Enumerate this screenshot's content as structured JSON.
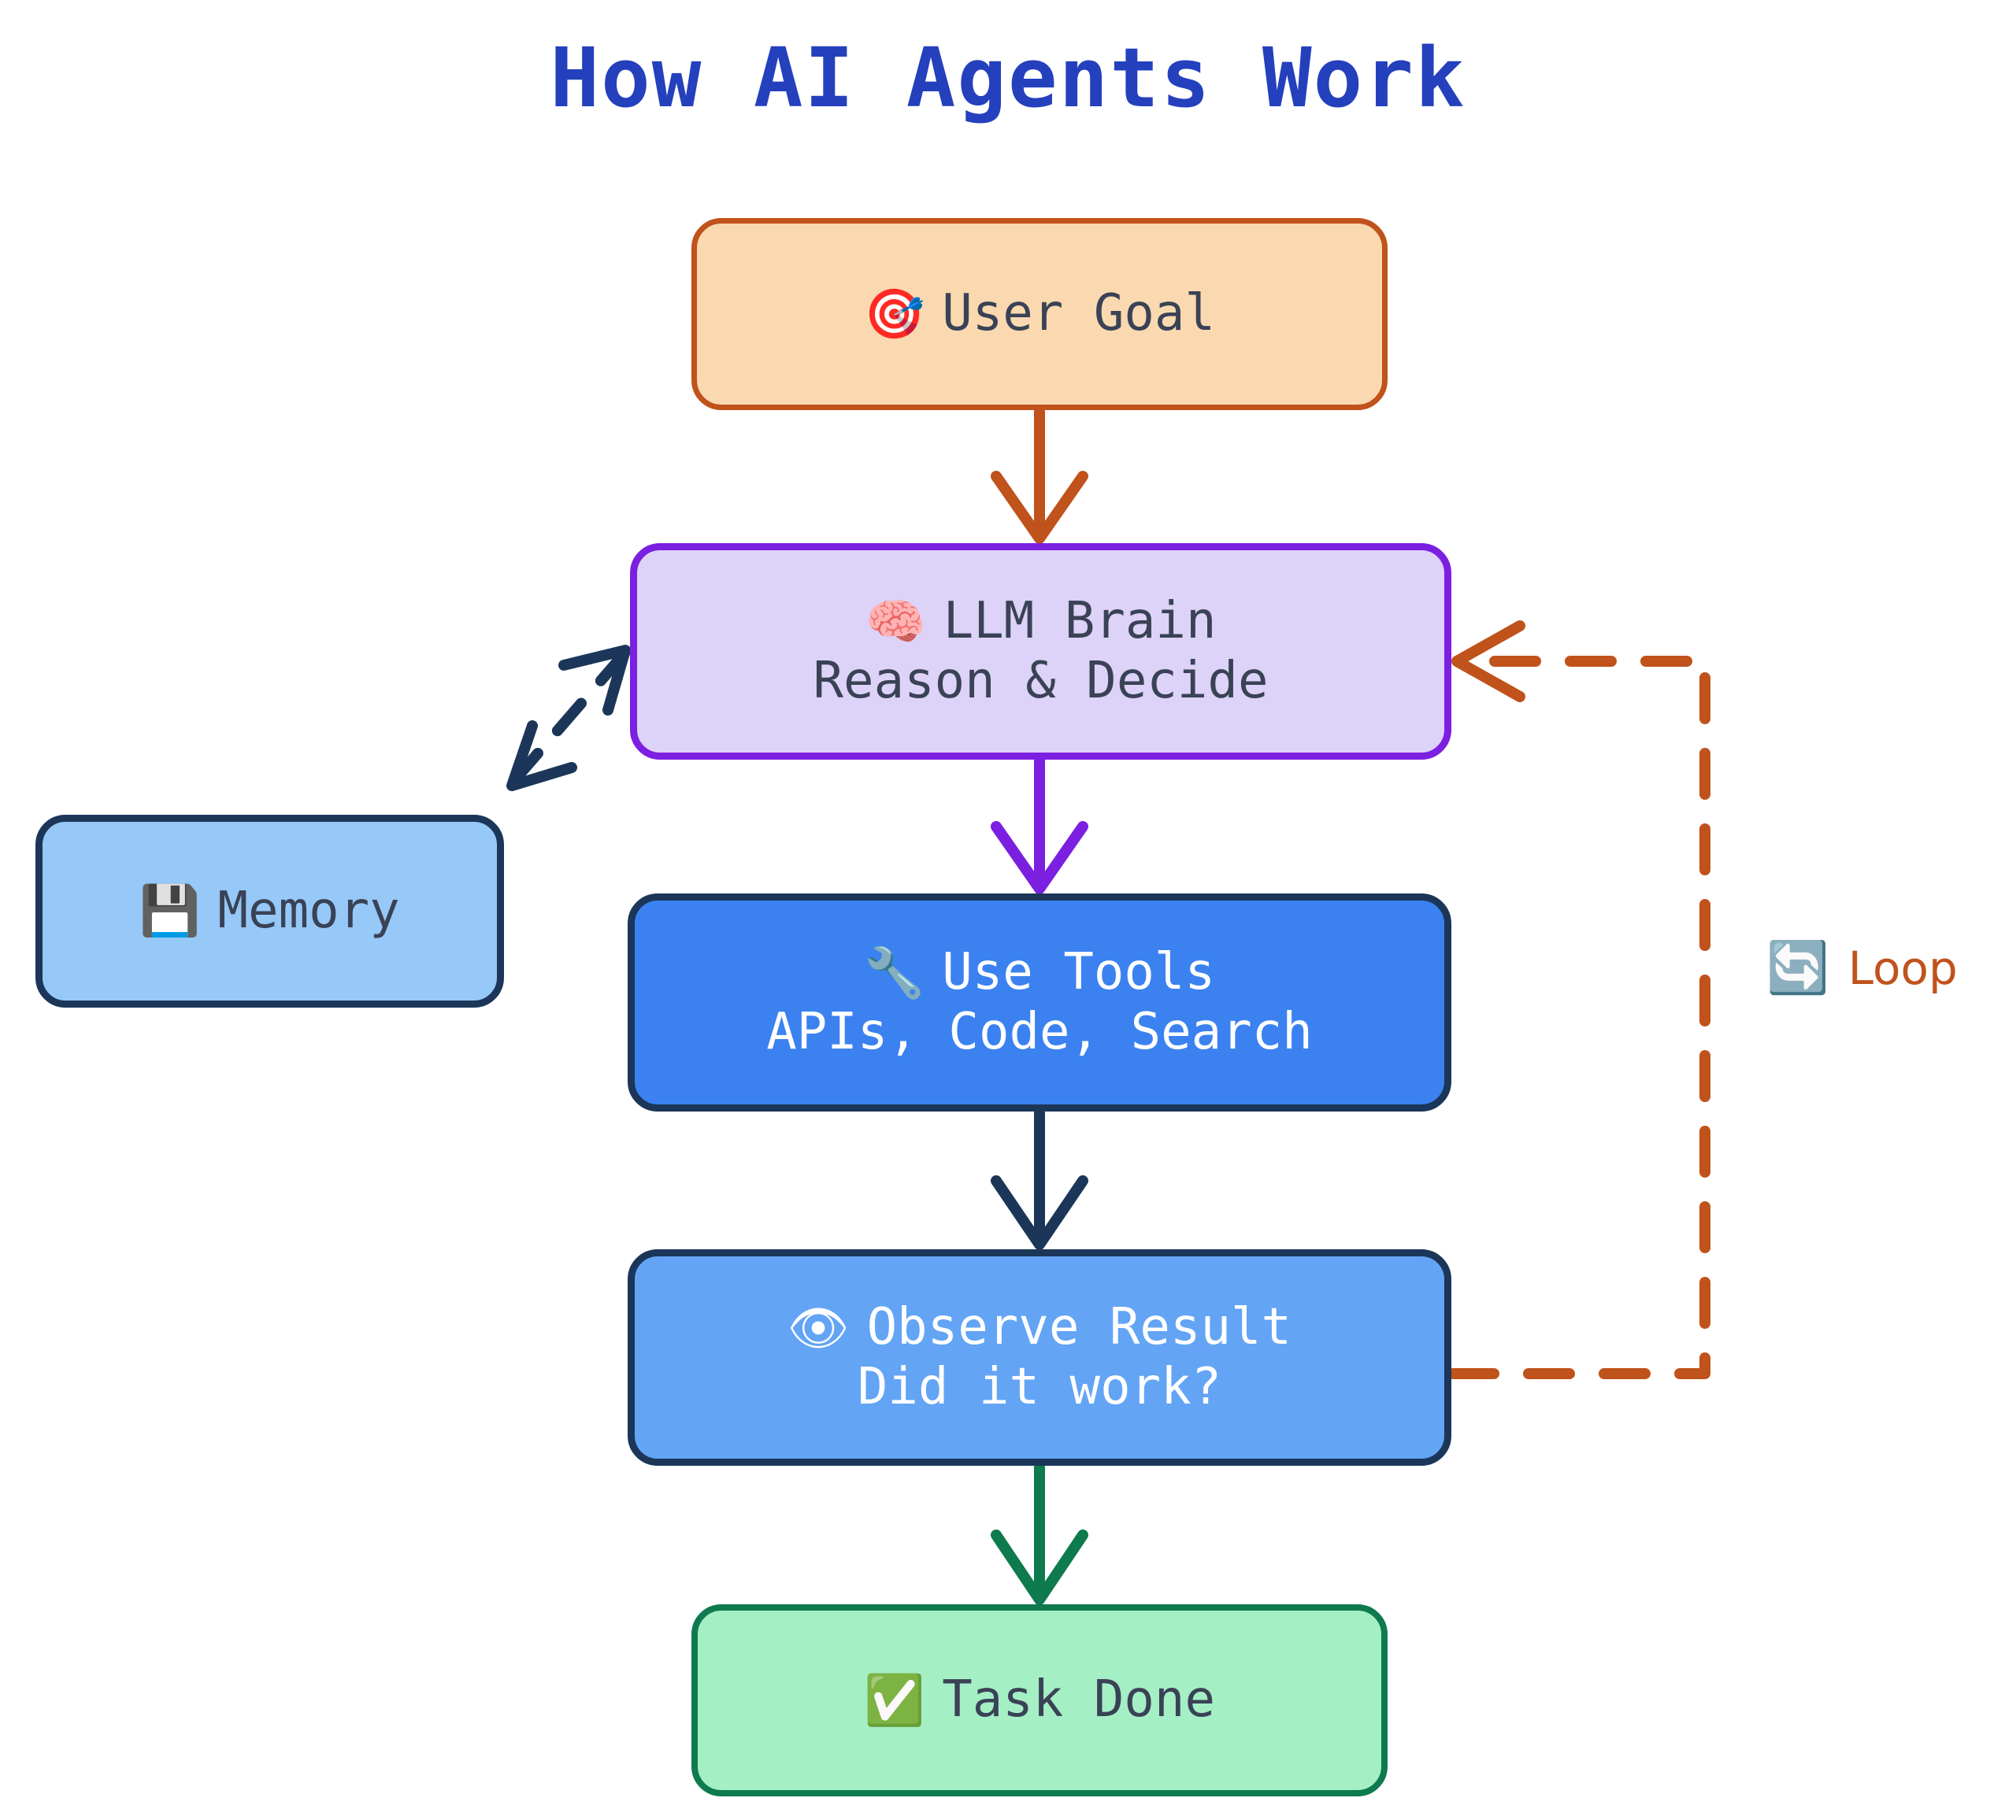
{
  "diagram": {
    "title": "How AI Agents Work",
    "title_color": "#2440bd",
    "background": "#ffffff",
    "type": "flowchart"
  },
  "nodes": {
    "user_goal": {
      "icon": "direct-hit-target",
      "icon_glyph": "🎯",
      "line1": "User Goal",
      "fill": "#fad9b0",
      "stroke": "#c0521b",
      "text_color": "#3a4256"
    },
    "llm_brain": {
      "icon": "brain",
      "icon_glyph": "🧠",
      "line1": "LLM Brain",
      "line2": "Reason & Decide",
      "fill": "#ddd2f7",
      "stroke": "#7b1fe0",
      "text_color": "#3a4256"
    },
    "memory": {
      "icon": "floppy-disk-save",
      "icon_glyph": "💾",
      "line1": "Memory",
      "fill": "#96c8f8",
      "stroke": "#1b3658",
      "text_color": "#3a4256"
    },
    "use_tools": {
      "icon": "wrench",
      "icon_glyph": "🔧",
      "line1": "Use Tools",
      "line2": "APIs, Code, Search",
      "fill": "#3b82f0",
      "stroke": "#1b3658",
      "text_color": "#ffffff"
    },
    "observe_result": {
      "icon": "eye",
      "icon_glyph": "👁",
      "line1": "Observe Result",
      "line2": "Did it work?",
      "fill": "#63a4f5",
      "stroke": "#1b3658",
      "text_color": "#ffffff"
    },
    "task_done": {
      "icon": "check-mark-button",
      "icon_glyph": "✅",
      "line1": "Task Done",
      "fill": "#a5efc5",
      "stroke": "#0e7a4e",
      "text_color": "#3a4256"
    }
  },
  "annotations": {
    "loop": {
      "icon": "repeat-arrows",
      "icon_glyph": "🔄",
      "label": "Loop",
      "color": "#c0521b"
    }
  },
  "edges": [
    {
      "name": "user-goal-to-llm-brain",
      "from": "user_goal",
      "to": "llm_brain",
      "style": "solid",
      "color": "#c0521b",
      "label": ""
    },
    {
      "name": "llm-brain-to-memory",
      "from": "llm_brain",
      "to": "memory",
      "style": "dashed",
      "direction": "bidirectional",
      "color": "#1b3658",
      "label": ""
    },
    {
      "name": "llm-brain-to-use-tools",
      "from": "llm_brain",
      "to": "use_tools",
      "style": "solid",
      "color": "#7b1fe0",
      "label": ""
    },
    {
      "name": "use-tools-to-observe-result",
      "from": "use_tools",
      "to": "observe_result",
      "style": "solid",
      "color": "#1b3658",
      "label": ""
    },
    {
      "name": "observe-result-to-llm-brain-loop",
      "from": "observe_result",
      "to": "llm_brain",
      "style": "dashed",
      "color": "#c0521b",
      "label": "Loop"
    },
    {
      "name": "observe-result-to-task-done",
      "from": "observe_result",
      "to": "task_done",
      "style": "solid",
      "color": "#0e7a4e",
      "label": ""
    }
  ]
}
